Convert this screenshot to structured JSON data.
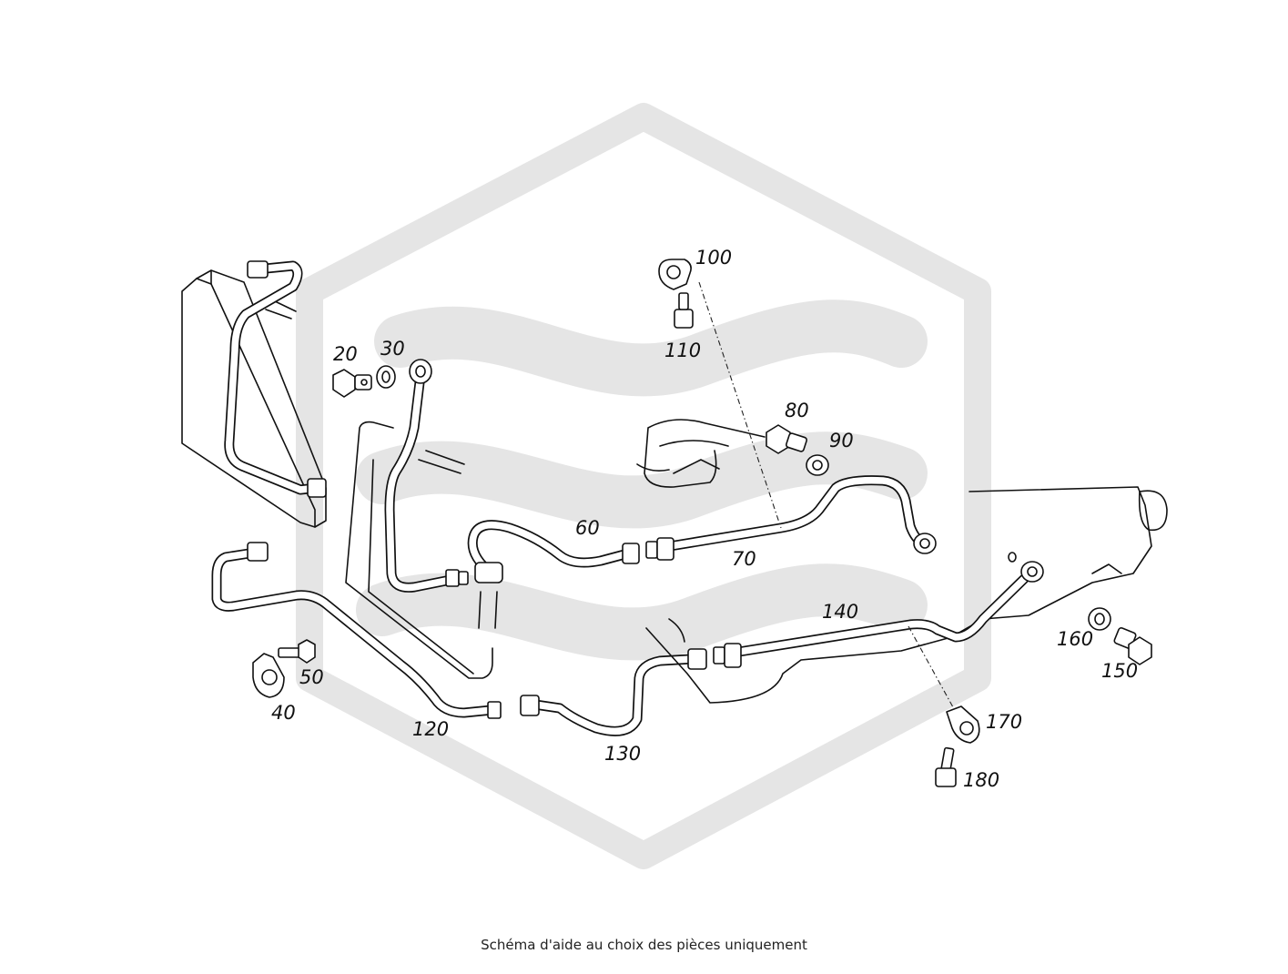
{
  "caption": "Schéma d'aide au choix des pièces uniquement",
  "watermark": {
    "color": "#e5e5e5"
  },
  "labels": {
    "l20": "20",
    "l30": "30",
    "l40": "40",
    "l50": "50",
    "l60": "60",
    "l70": "70",
    "l80": "80",
    "l90": "90",
    "l100": "100",
    "l110": "110",
    "l120": "120",
    "l130": "130",
    "l140": "140",
    "l150": "150",
    "l160": "160",
    "l170": "170",
    "l180": "180"
  }
}
